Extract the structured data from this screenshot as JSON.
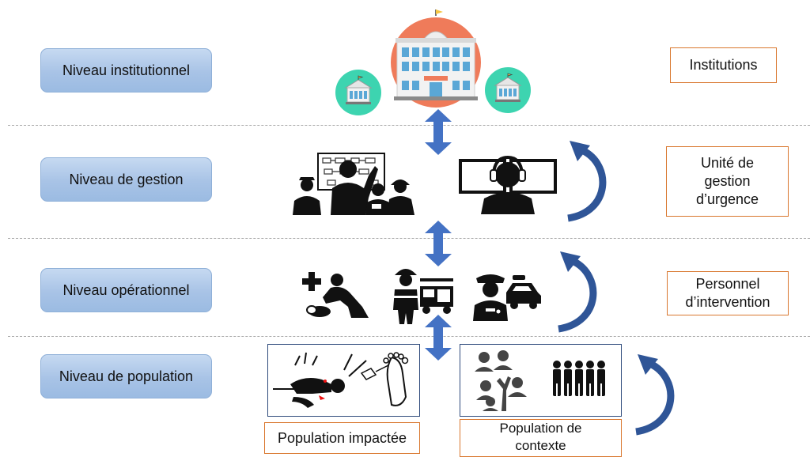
{
  "levels": {
    "institutional": "Niveau institutionnel",
    "management": "Niveau de gestion",
    "operational": "Niveau opérationnel",
    "population": "Niveau de population"
  },
  "roles": {
    "institutions": "Institutions",
    "emergency_unit": "Unité de\ngestion\nd’urgence",
    "intervention_staff": "Personnel\nd’intervention",
    "impacted_population": "Population impactée",
    "context_population": "Population de\ncontexte"
  },
  "colors": {
    "level_fill": "#a8c3e6",
    "role_border": "#d9772e",
    "arrow": "#4472c4",
    "curved_arrow": "#2f5597",
    "building_circle": "#ef7b5a",
    "small_building_circle": "#3dd4b0"
  },
  "icons": {
    "institution_main": "government-building-icon",
    "institution_small": "small-building-icon",
    "management_team": "crisis-team-icon",
    "dispatcher": "dispatcher-headset-icon",
    "first_aid": "first-aid-cpr-icon",
    "firefighter": "firefighter-truck-icon",
    "police": "police-officer-car-icon",
    "victim": "injured-victim-icon",
    "social_network": "social-network-group-icon",
    "crowd": "crowd-icon"
  }
}
